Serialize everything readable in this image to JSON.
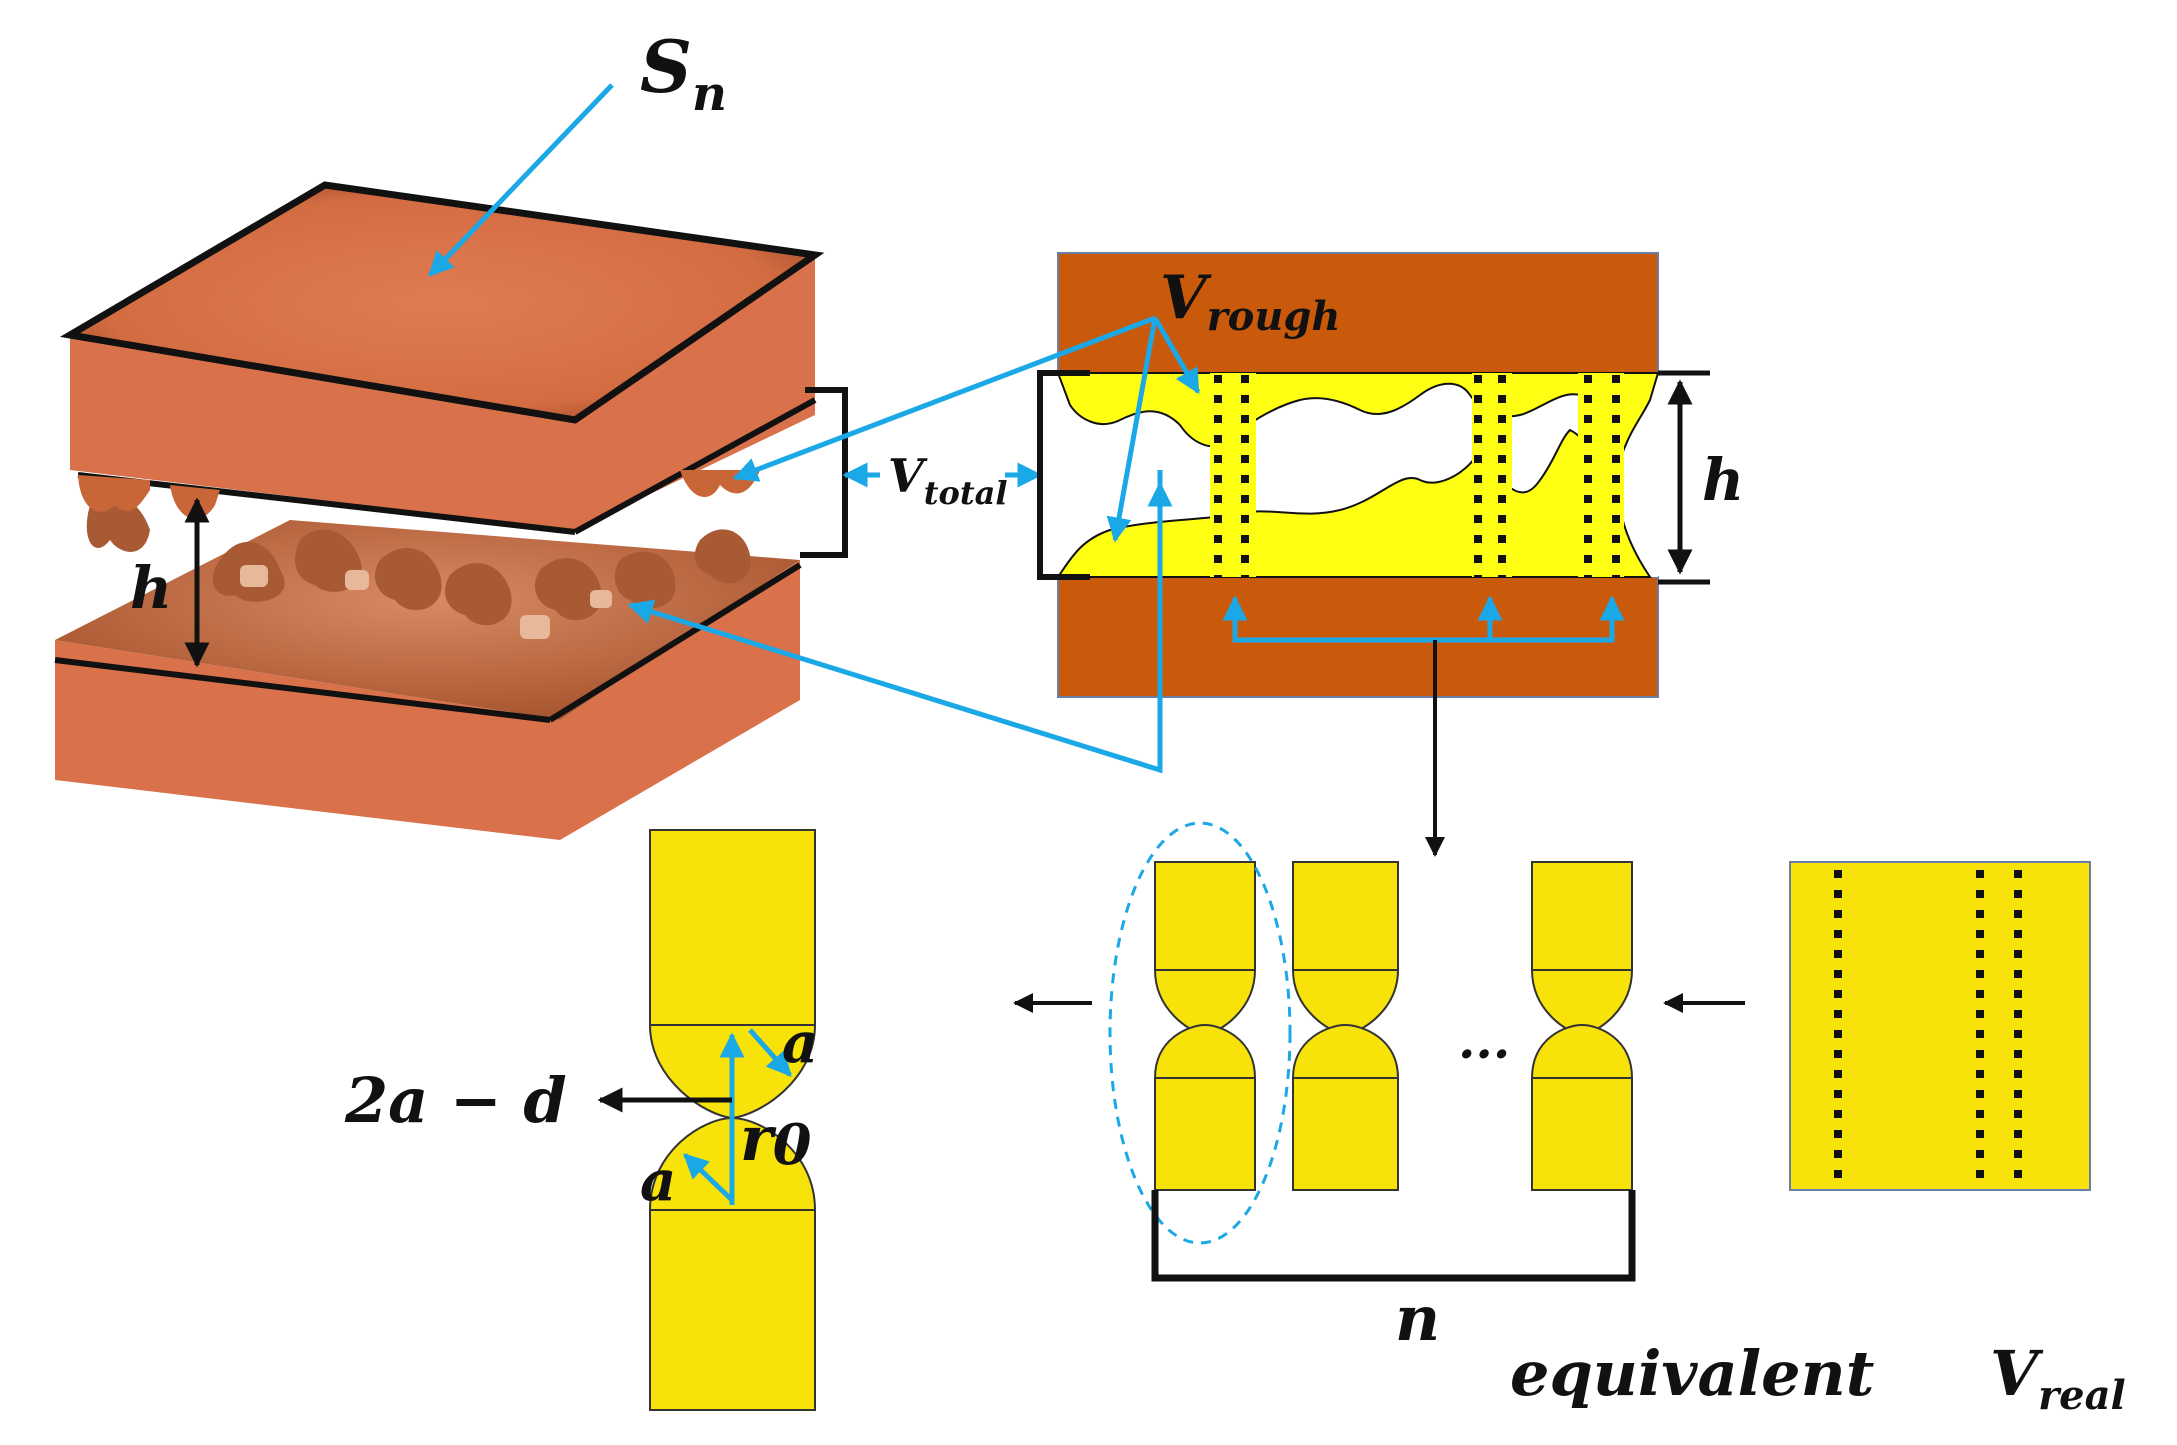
{
  "colors": {
    "copper": "#d9714a",
    "copper_dark": "#a85a35",
    "brown_slab": "#c95a0c",
    "gold": "#f7e20a",
    "yellow_rough": "#ffff14",
    "arrow_blue": "#1ba8e6",
    "ink": "#111111"
  },
  "labels": {
    "s": "S",
    "s_sub": "n",
    "h_left": "h",
    "v_total": "V",
    "v_total_sub": "total",
    "v_rough": "V",
    "v_rough_sub": "rough",
    "h_right": "h",
    "two_a_minus_d": "2a − d",
    "a_top": "a",
    "r": "r",
    "r_sub": "0",
    "a_bottom": "a",
    "ellipsis": "...",
    "n": "n",
    "equivalent": "equivalent",
    "v_real": "V",
    "v_real_sub": "real"
  }
}
